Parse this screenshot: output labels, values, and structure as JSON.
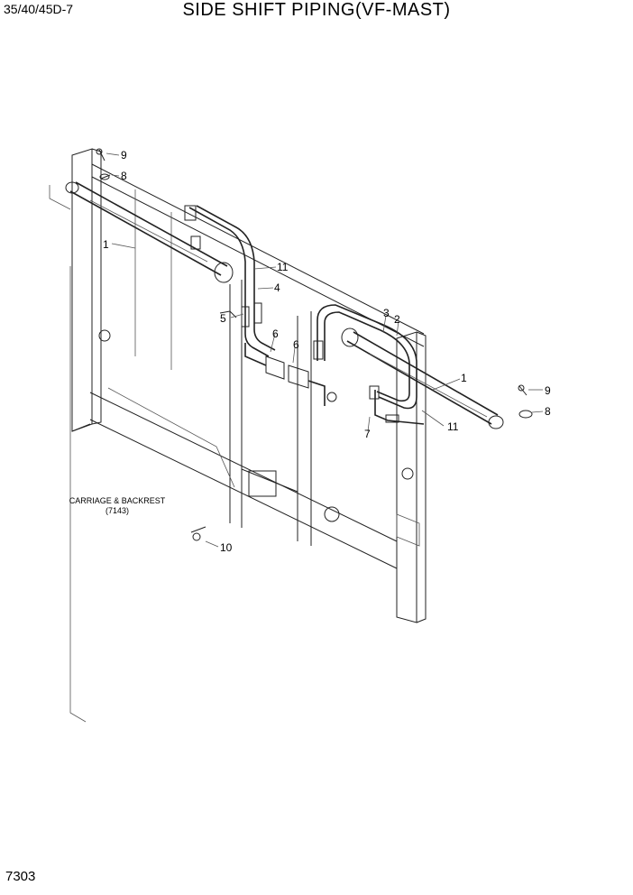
{
  "header": {
    "model": "35/40/45D-7",
    "title": "SIDE SHIFT PIPING(VF-MAST)"
  },
  "footer": {
    "page_number": "7303"
  },
  "reference": {
    "label": "CARRIAGE & BACKREST",
    "code": "(7143)"
  },
  "callouts": [
    "9",
    "8",
    "1",
    "11",
    "4",
    "5",
    "6",
    "6",
    "3",
    "2",
    "1",
    "9",
    "8",
    "11",
    "7",
    "10"
  ]
}
